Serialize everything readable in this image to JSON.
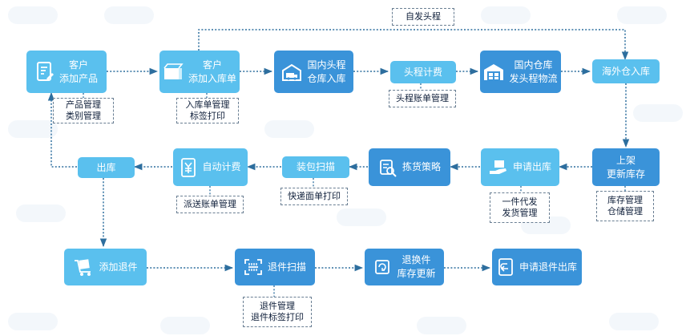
{
  "nodes": {
    "add_product": [
      "客户",
      "添加产品"
    ],
    "add_inbound": [
      "客户",
      "添加入库单"
    ],
    "domestic_warehouse_in": [
      "国内头程",
      "仓库入库"
    ],
    "first_leg_billing": "头程计费",
    "domestic_shipping": [
      "国内仓库",
      "发头程物流"
    ],
    "overseas_inbound": "海外仓入库",
    "shelve": [
      "上架",
      "更新库存"
    ],
    "apply_outbound": "申请出库",
    "pick_strategy": "拣货策略",
    "pack_scan": "装包扫描",
    "auto_billing": "自动计费",
    "outbound": "出库",
    "add_return": "添加退件",
    "return_scan": "退件扫描",
    "return_restock": [
      "退换件",
      "库存更新"
    ],
    "apply_return_outbound": "申请退件出库"
  },
  "notes": {
    "self_first_leg": "自发头程",
    "product_mgmt": [
      "产品管理",
      "类别管理"
    ],
    "inbound_mgmt": [
      "入库单管理",
      "标签打印"
    ],
    "first_leg_bill_mgmt": "头程账单管理",
    "inventory_mgmt": [
      "库存管理",
      "仓储管理"
    ],
    "dropship": [
      "一件代发",
      "发货管理"
    ],
    "express_print": "快递面单打印",
    "delivery_bill_mgmt": "派送账单管理",
    "return_mgmt": [
      "退件管理",
      "退件标签打印"
    ]
  },
  "colors": {
    "light_node": "#5ac0ee",
    "dark_node": "#3a93d9",
    "connector": "#2d6e9e",
    "note_text": "#0f1f3a"
  },
  "icons": {
    "add_product": "document-edit-icon",
    "add_inbound": "box-list-icon",
    "domestic_warehouse_in": "truck-warehouse-icon",
    "domestic_shipping": "warehouse-icon",
    "apply_outbound": "hand-package-icon",
    "pick_strategy": "list-search-icon",
    "auto_billing": "yen-calculator-icon",
    "add_return": "return-cart-icon",
    "return_scan": "barcode-scan-icon",
    "return_restock": "refresh-box-icon",
    "apply_return_outbound": "return-document-icon"
  }
}
